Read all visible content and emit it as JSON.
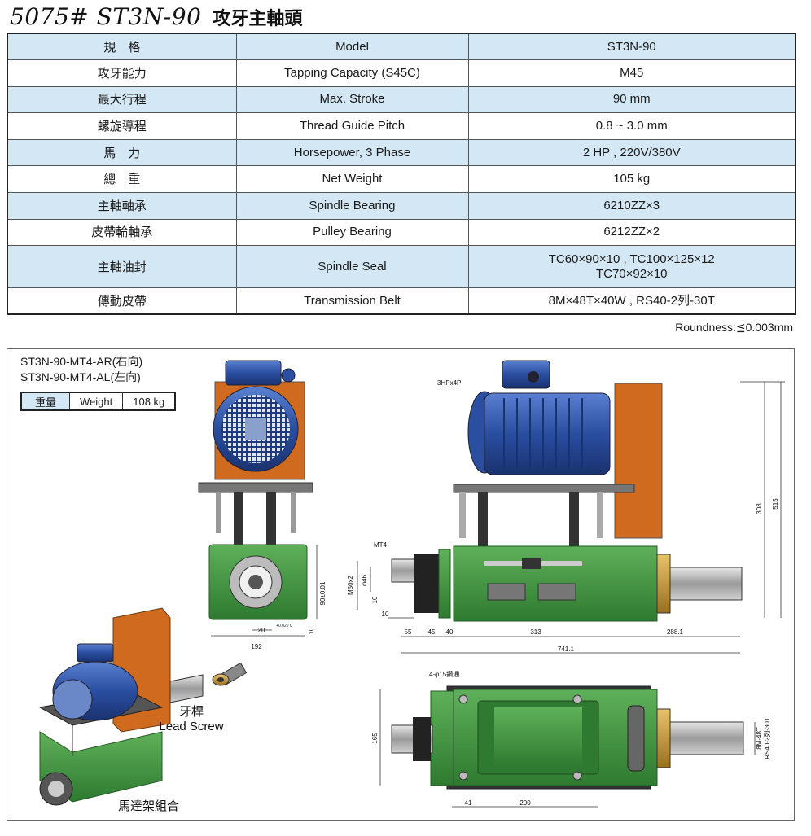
{
  "title": {
    "model": "5075# ST3N-90",
    "name_cn": "攻牙主軸頭"
  },
  "spec_table": {
    "rows": [
      {
        "cn": "規　格",
        "en": "Model",
        "value": "ST3N-90"
      },
      {
        "cn": "攻牙能力",
        "en": "Tapping Capacity (S45C)",
        "value": "M45"
      },
      {
        "cn": "最大行程",
        "en": "Max. Stroke",
        "value": "90 mm"
      },
      {
        "cn": "螺旋導程",
        "en": "Thread Guide Pitch",
        "value": "0.8 ~ 3.0 mm"
      },
      {
        "cn": "馬　力",
        "en": "Horsepower, 3 Phase",
        "value": "2 HP , 220V/380V"
      },
      {
        "cn": "總　重",
        "en": "Net Weight",
        "value": "105 kg"
      },
      {
        "cn": "主軸軸承",
        "en": "Spindle Bearing",
        "value": "6210ZZ×3"
      },
      {
        "cn": "皮帶輪軸承",
        "en": "Pulley Bearing",
        "value": "6212ZZ×2"
      },
      {
        "cn": "主軸油封",
        "en": "Spindle Seal",
        "value": "TC60×90×10 , TC100×125×12",
        "value2": "TC70×92×10"
      },
      {
        "cn": "傳動皮帶",
        "en": "Transmission Belt",
        "value": "8M×48T×40W , RS40-2列-30T"
      }
    ]
  },
  "roundness_note": "Roundness:≦0.003mm",
  "variants": [
    "ST3N-90-MT4-AR(右向)",
    "ST3N-90-MT4-AL(左向)"
  ],
  "weight_table": {
    "cn": "重量",
    "en": "Weight",
    "value": "108 kg"
  },
  "labels": {
    "lead_screw_cn": "牙桿",
    "lead_screw_en": "Lead Screw",
    "motor_mount": "馬達架組合",
    "motor_spec": "3HPx4P",
    "mt4": "MT4",
    "bolt_holes": "4-φ15鑽通",
    "belt_spec_1": "8M-48T",
    "belt_spec_2": "RS40-2列-30T"
  },
  "dimensions": {
    "d_20": "20",
    "d_20_tol": "+0.02 / 0",
    "d_90": "90±0.01",
    "d_10a": "10",
    "d_192": "192",
    "d_m50": "M50x2",
    "d_phi": "φ46",
    "d_10b": "10",
    "d_10c": "10",
    "d_55": "55",
    "d_45": "45",
    "d_40": "40",
    "d_313": "313",
    "d_288": "288.1",
    "d_741": "741.1",
    "d_308": "308",
    "d_515": "515",
    "d_165": "165",
    "d_41": "41",
    "d_200": "200"
  },
  "colors": {
    "table_shade": "#d4e7f4",
    "motor_blue": "#2a4ea0",
    "body_green": "#3c8c3c",
    "mount_orange": "#d06a1e"
  }
}
